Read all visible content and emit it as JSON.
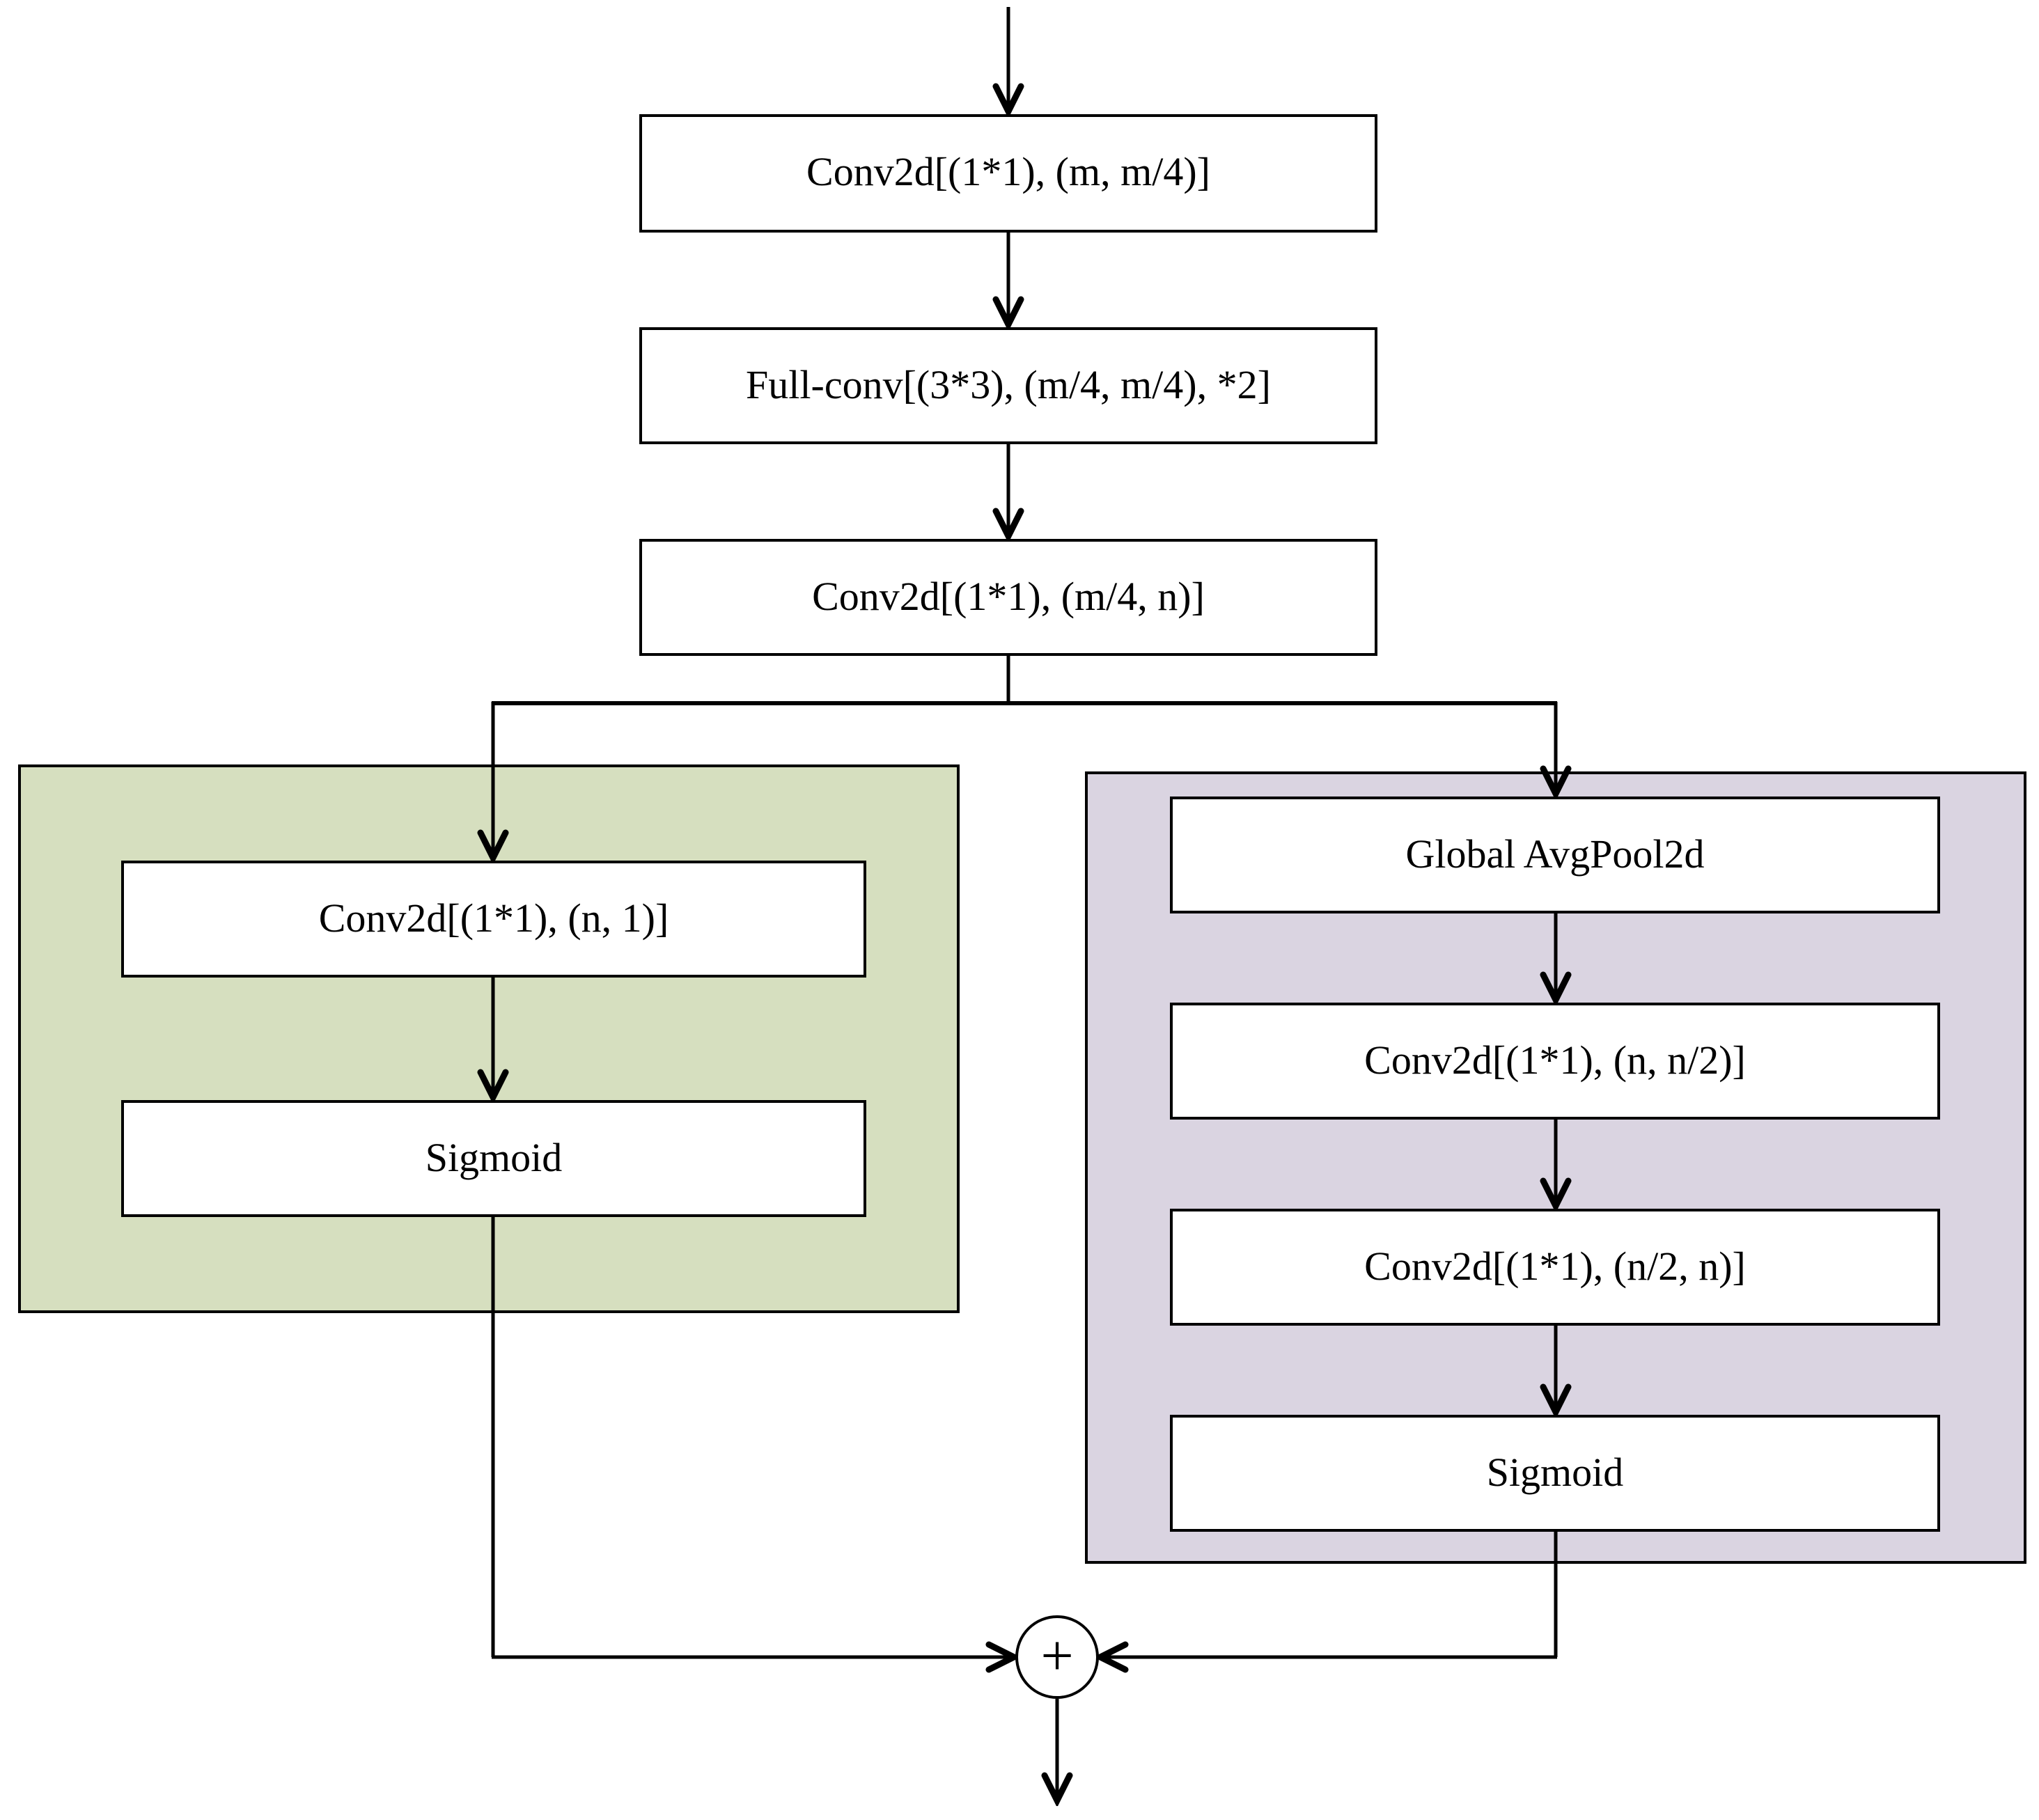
{
  "diagram": {
    "main_column": {
      "boxes": [
        {
          "label": "Conv2d[(1*1), (m, m/4)]"
        },
        {
          "label": "Full-conv[(3*3), (m/4, m/4), *2]"
        },
        {
          "label": "Conv2d[(1*1), (m/4, n)]"
        }
      ]
    },
    "left_branch": {
      "panel_color": "#d6dfbf",
      "boxes": [
        {
          "label": "Conv2d[(1*1), (n, 1)]"
        },
        {
          "label": "Sigmoid"
        }
      ]
    },
    "right_branch": {
      "panel_color": "#dad4e1",
      "boxes": [
        {
          "label": "Global AvgPool2d"
        },
        {
          "label": "Conv2d[(1*1), (n, n/2)]"
        },
        {
          "label": "Conv2d[(1*1), (n/2, n)]"
        },
        {
          "label": "Sigmoid"
        }
      ]
    },
    "sum_node": {
      "symbol": "+"
    },
    "colors": {
      "line": "#000000",
      "box_fill": "#ffffff",
      "box_border": "#000000",
      "left_panel": "#d6dfbf",
      "right_panel": "#dad4e1"
    }
  }
}
